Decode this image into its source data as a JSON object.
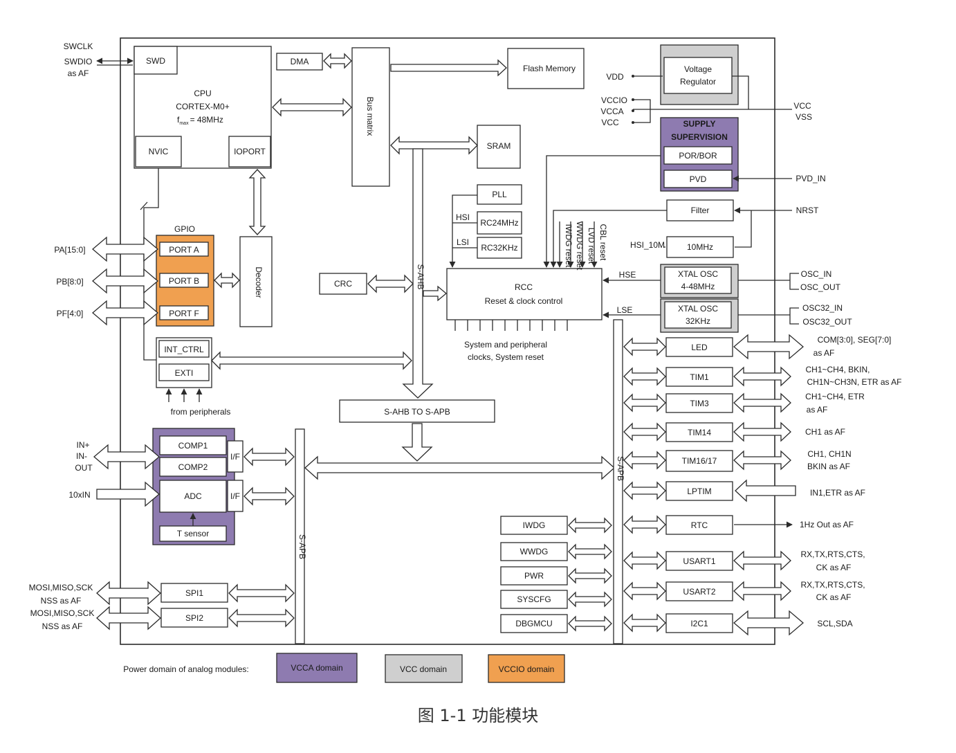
{
  "diagram": {
    "blocks": {
      "swd": "SWD",
      "dma": "DMA",
      "cpu_title": "CPU",
      "cpu_core": "CORTEX-M0+",
      "cpu_freq_prefix": "f",
      "cpu_freq_sub": "max",
      "cpu_freq_value": "= 48MHz",
      "nvic": "NVIC",
      "ioport": "IOPORT",
      "bus_matrix": "Bus matrix",
      "flash": "Flash Memory",
      "sram": "SRAM",
      "voltage_regulator_1": "Voltage",
      "voltage_regulator_2": "Regulator",
      "supply_supervision_1": "SUPPLY",
      "supply_supervision_2": "SUPERVISION",
      "por_bor": "POR/BOR",
      "pvd": "PVD",
      "gpio": "GPIO",
      "port_a": "PORT A",
      "port_b": "PORT B",
      "port_f": "PORT F",
      "decoder": "Decoder",
      "crc": "CRC",
      "s_ahb": "S-AHB",
      "pll": "PLL",
      "rc24": "RC24MHz",
      "rc32": "RC32KHz",
      "hsi": "HSI",
      "lsi": "LSI",
      "rcc_1": "RCC",
      "rcc_2": "Reset & clock control",
      "iwdg_reset": "IWDG reset",
      "wwdg_reset": "WWDG reset",
      "lvd_reset": "LVD reset",
      "cbl_reset": "CBL reset",
      "filter": "Filter",
      "hsi_10m": "HSI_10M",
      "mhz10": "10MHz",
      "hse": "HSE",
      "lse": "LSE",
      "xtal_hs_1": "XTAL OSC",
      "xtal_hs_2": "4-48MHz",
      "xtal_ls_1": "XTAL OSC",
      "xtal_ls_2": "32KHz",
      "sys_clocks_1": "System and peripheral",
      "sys_clocks_2": "clocks, System reset",
      "int_ctrl": "INT_CTRL",
      "exti": "EXTI",
      "from_peripherals": "from peripherals",
      "ahb_to_apb": "S-AHB TO S-APB",
      "comp1": "COMP1",
      "comp2": "COMP2",
      "adc": "ADC",
      "if1": "I/F",
      "if2": "I/F",
      "tsensor": "T sensor",
      "s_apb_left": "S-APB",
      "s_apb_right": "S-APB",
      "spi1": "SPI1",
      "spi2": "SPI2",
      "iwdg": "IWDG",
      "wwdg": "WWDG",
      "pwr": "PWR",
      "syscfg": "SYSCFG",
      "dbgmcu": "DBGMCU",
      "led": "LED",
      "tim1": "TIM1",
      "tim3": "TIM3",
      "tim14": "TIM14",
      "tim1617": "TIM16/17",
      "lptim": "LPTIM",
      "rtc": "RTC",
      "usart1": "USART1",
      "usart2": "USART2",
      "i2c1": "I2C1"
    },
    "pins": {
      "swclk": "SWCLK",
      "swdio": "SWDIO",
      "swd_af": "as AF",
      "pa": "PA[15:0]",
      "pb": "PB[8:0]",
      "pf": "PF[4:0]",
      "in_plus": "IN+",
      "in_minus": "IN-",
      "out": "OUT",
      "adc_in": "10xIN",
      "spi1_a": "MOSI,MISO,SCK",
      "spi1_b": "NSS as AF",
      "spi2_a": "MOSI,MISO,SCK",
      "spi2_b": "NSS as AF",
      "vdd": "VDD",
      "vccio": "VCCIO",
      "vcca": "VCCA",
      "vcc_left": "VCC",
      "vcc": "VCC",
      "vss": "VSS",
      "pvd_in": "PVD_IN",
      "nrst": "NRST",
      "osc_in": "OSC_IN",
      "osc_out": "OSC_OUT",
      "osc32_in": "OSC32_IN",
      "osc32_out": "OSC32_OUT",
      "led_af_1": "COM[3:0], SEG[7:0]",
      "led_af_2": "as AF",
      "tim1_af_1": "CH1~CH4, BKIN,",
      "tim1_af_2": "CH1N~CH3N, ETR as AF",
      "tim3_af_1": "CH1~CH4, ETR",
      "tim3_af_2": "as AF",
      "tim14_af": "CH1 as AF",
      "tim16_af_1": "CH1, CH1N",
      "tim16_af_2": "BKIN as AF",
      "lptim_af": "IN1,ETR as AF",
      "rtc_af": "1Hz Out as AF",
      "usart1_af_1": "RX,TX,RTS,CTS,",
      "usart1_af_2": "CK as AF",
      "usart2_af_1": "RX,TX,RTS,CTS,",
      "usart2_af_2": "CK as AF",
      "i2c_af": "SCL,SDA"
    },
    "legend": {
      "label": "Power domain of analog modules:",
      "vcca": "VCCA domain",
      "vcc": "VCC domain",
      "vccio": "VCCIO domain"
    },
    "colors": {
      "vcca": "#8e7bb0",
      "vcc": "#cfcfcf",
      "vccio": "#f0a050"
    }
  },
  "caption": "图 1-1 功能模块"
}
